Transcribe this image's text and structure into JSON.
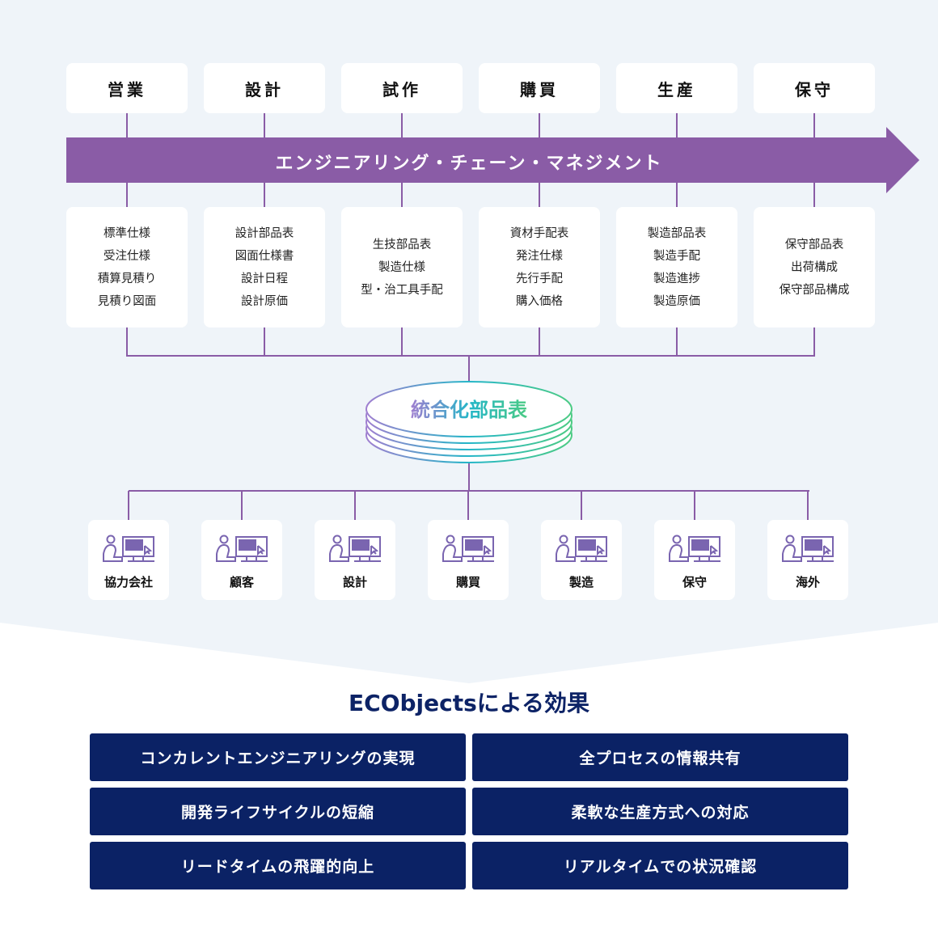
{
  "phases": [
    "営業",
    "設計",
    "試作",
    "購買",
    "生産",
    "保守"
  ],
  "banner": "エンジニアリング・チェーン・マネジメント",
  "details": [
    [
      "標準仕様",
      "受注仕様",
      "積算見積り",
      "見積り図面"
    ],
    [
      "設計部品表",
      "図面仕様書",
      "設計日程",
      "設計原価"
    ],
    [
      "生技部品表",
      "製造仕様",
      "型・治工具手配"
    ],
    [
      "資材手配表",
      "発注仕様",
      "先行手配",
      "購入価格"
    ],
    [
      "製造部品表",
      "製造手配",
      "製造進捗",
      "製造原価"
    ],
    [
      "保守部品表",
      "出荷構成",
      "保守部品構成"
    ]
  ],
  "center": "統合化部品表",
  "users": [
    "協力会社",
    "顧客",
    "設計",
    "購買",
    "製造",
    "保守",
    "海外"
  ],
  "effects_title": "ECObjectsによる効果",
  "effects": [
    "コンカレントエンジニアリングの実現",
    "全プロセスの情報共有",
    "開発ライフサイクルの短縮",
    "柔軟な生産方式への対応",
    "リードタイムの飛躍的向上",
    "リアルタイムでの状況確認"
  ],
  "colors": {
    "purple": "#8a5ca6",
    "navy": "#0b2265",
    "bg": "#eff4f9"
  }
}
